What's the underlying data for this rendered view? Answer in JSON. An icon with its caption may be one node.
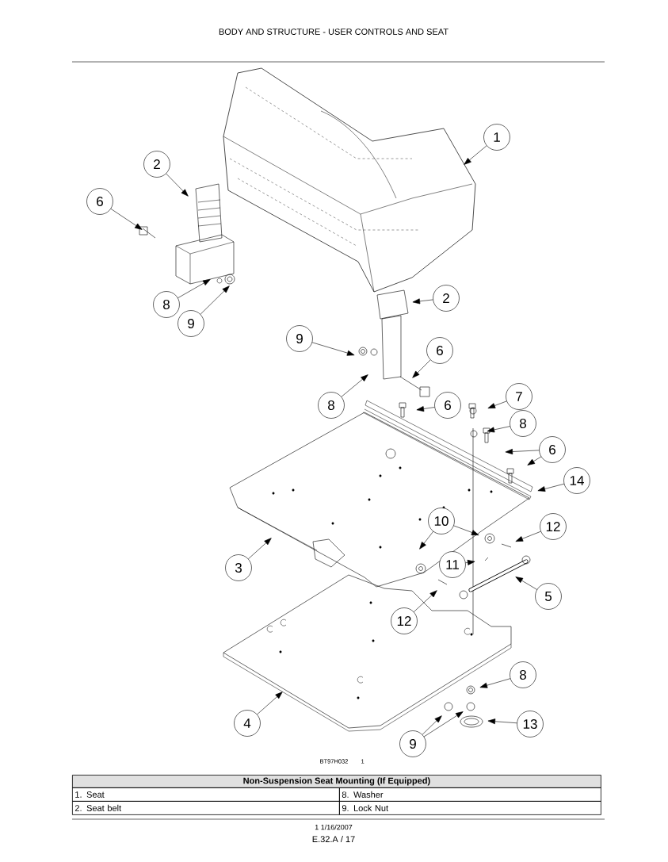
{
  "diagram": {
    "title": "BODY AND STRUCTURE - USER CONTROLS AND SEAT",
    "nodes": [
      {
        "text": [
          "1"
        ]
      },
      {
        "text": [
          "2"
        ]
      },
      {
        "text": [
          "6"
        ]
      },
      {
        "text": [
          "8"
        ]
      },
      {
        "text": [
          "9"
        ]
      },
      {
        "text": [
          "2"
        ]
      },
      {
        "text": [
          "9"
        ]
      },
      {
        "text": [
          "6"
        ]
      },
      {
        "text": [
          "8"
        ]
      },
      {
        "text": [
          "6"
        ]
      },
      {
        "text": [
          "7"
        ]
      },
      {
        "text": [
          "8"
        ]
      },
      {
        "text": [
          "6"
        ]
      },
      {
        "text": [
          "14"
        ]
      },
      {
        "text": [
          "10"
        ]
      },
      {
        "text": [
          "12"
        ]
      },
      {
        "text": [
          "11"
        ]
      },
      {
        "text": [
          "3"
        ]
      },
      {
        "text": [
          "5"
        ]
      },
      {
        "text": [
          "12"
        ]
      },
      {
        "text": [
          "8"
        ]
      },
      {
        "text": [
          "4"
        ]
      },
      {
        "text": [
          "9"
        ]
      },
      {
        "text": [
          "13"
        ]
      }
    ],
    "edges": [
      {
        "from": 0,
        "to": null,
        "arrow": "to"
      },
      {
        "from": 1,
        "to": null,
        "arrow": "to"
      },
      {
        "from": 2,
        "to": null,
        "arrow": "to"
      },
      {
        "from": 3,
        "to": null,
        "arrow": "to"
      },
      {
        "from": 4,
        "to": null,
        "arrow": "to"
      },
      {
        "from": 5,
        "to": null,
        "arrow": "to"
      },
      {
        "from": 6,
        "to": null,
        "arrow": "to"
      },
      {
        "from": 7,
        "to": null,
        "arrow": "to"
      },
      {
        "from": 8,
        "to": null,
        "arrow": "to"
      },
      {
        "from": 9,
        "to": null,
        "arrow": "to"
      },
      {
        "from": 10,
        "to": null,
        "arrow": "to"
      },
      {
        "from": 11,
        "to": null,
        "arrow": "to"
      },
      {
        "from": 12,
        "to": null,
        "arrow": "to"
      },
      {
        "from": 12,
        "to": null,
        "arrow": "to"
      },
      {
        "from": 13,
        "to": null,
        "arrow": "to"
      },
      {
        "from": 14,
        "to": null,
        "arrow": "to"
      },
      {
        "from": 14,
        "to": null,
        "arrow": "to"
      },
      {
        "from": 15,
        "to": null,
        "arrow": "to"
      },
      {
        "from": 16,
        "to": null,
        "arrow": "to"
      },
      {
        "from": 17,
        "to": null,
        "arrow": "to"
      },
      {
        "from": 18,
        "to": null,
        "arrow": "to"
      },
      {
        "from": 19,
        "to": null,
        "arrow": "to"
      },
      {
        "from": 20,
        "to": null,
        "arrow": "to"
      },
      {
        "from": 21,
        "to": null,
        "arrow": "to"
      },
      {
        "from": 22,
        "to": null,
        "arrow": "to"
      },
      {
        "from": 22,
        "to": null,
        "arrow": "to"
      },
      {
        "from": 23,
        "to": null,
        "arrow": "to"
      }
    ],
    "labels": [
      "BT97H032",
      "1",
      "Non-Suspension Seat Mounting (If Equipped)",
      "1. Seat",
      "8. Washer",
      "2. Seat belt",
      "9. Lock Nut",
      "1 1/16/2007",
      "E.32.A / 17"
    ]
  }
}
